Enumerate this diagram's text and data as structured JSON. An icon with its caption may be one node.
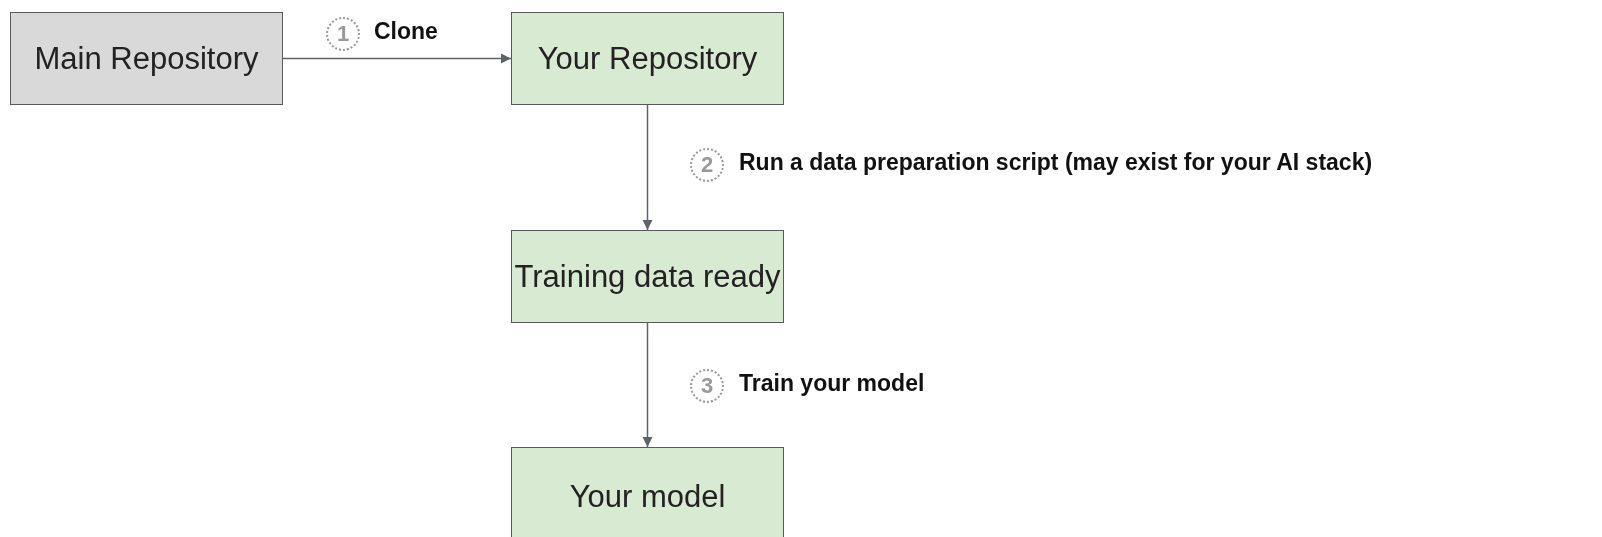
{
  "diagram": {
    "nodes": [
      {
        "text": [
          "Main Repository"
        ]
      },
      {
        "text": [
          "Your Repository"
        ]
      },
      {
        "text": [
          "Training data ready"
        ]
      },
      {
        "text": [
          "Your model"
        ]
      }
    ],
    "edges": [
      {
        "from": 0,
        "to": 1,
        "arrow": "to",
        "label": "Clone"
      },
      {
        "from": 1,
        "to": 2,
        "arrow": "to",
        "label": "Run a data preparation script (may exist for your AI stack)"
      },
      {
        "from": 2,
        "to": 3,
        "arrow": "to",
        "label": "Train your model"
      }
    ],
    "labels": [
      "1",
      "2",
      "3"
    ]
  }
}
